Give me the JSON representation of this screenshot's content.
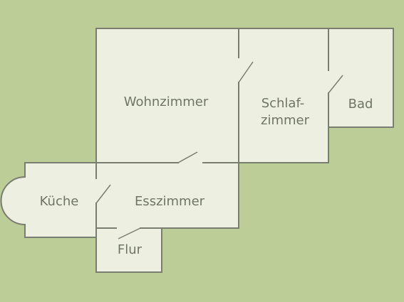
{
  "floorplan": {
    "rooms": {
      "wohnzimmer": "Wohnzimmer",
      "schlafzimmer_line1": "Schlaf-",
      "schlafzimmer_line2": "zimmer",
      "bad": "Bad",
      "kueche": "Küche",
      "esszimmer": "Esszimmer",
      "flur": "Flur"
    },
    "colors": {
      "background": "#bdcd98",
      "room_fill": "#edf0e0",
      "wall": "#797e70",
      "text": "#707563"
    }
  }
}
